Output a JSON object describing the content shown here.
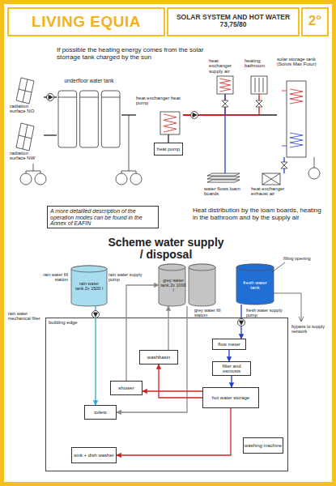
{
  "diagram": {
    "title": "LIVING EQUIA",
    "nodes": [
      {
        "text": [
          "SOLAR SYSTEM AND HOT WATER",
          "73,75/80"
        ]
      },
      {
        "text": [
          "2°"
        ]
      },
      {
        "text": [
          "radiation surface NO"
        ]
      },
      {
        "text": [
          "radiation surface NW"
        ]
      },
      {
        "text": [
          "underfloor water tank"
        ]
      },
      {
        "text": [
          "heat exchanger heat pump"
        ]
      },
      {
        "text": [
          "heat pump"
        ]
      },
      {
        "text": [
          "heat exchanger supply air"
        ]
      },
      {
        "text": [
          "heating bathroom"
        ]
      },
      {
        "text": [
          "solar storage tank (Solvis Max Futur)"
        ]
      },
      {
        "text": [
          "water flows loam boards"
        ]
      },
      {
        "text": [
          "heat exchanger exhaust air"
        ]
      },
      {
        "text": [
          "A more detailled description of the operation modes can be found in the Annex of EAFIN"
        ]
      },
      {
        "text": [
          "rain water tank 2x 1500 l"
        ]
      },
      {
        "text": [
          "grey water tank 2x 1000 l"
        ]
      },
      {
        "text": [
          "fresh water tank"
        ]
      },
      {
        "text": [
          "building edge"
        ]
      },
      {
        "text": [
          "washbasin"
        ],
        "in": 16
      },
      {
        "text": [
          "shower"
        ],
        "in": 16
      },
      {
        "text": [
          "toilets"
        ],
        "in": 16
      },
      {
        "text": [
          "filter and osmosis"
        ],
        "in": 16
      },
      {
        "text": [
          "hot water storage"
        ],
        "in": 16
      },
      {
        "text": [
          "flow meter"
        ],
        "in": 16
      },
      {
        "text": [
          "washing machine"
        ],
        "in": 16
      },
      {
        "text": [
          "sink + dish washer"
        ],
        "in": 16
      }
    ],
    "edges": [
      {
        "from": 2,
        "to": 4,
        "arrow": "none"
      },
      {
        "from": 3,
        "to": 4,
        "arrow": "none"
      },
      {
        "from": 4,
        "to": 5,
        "arrow": "none"
      },
      {
        "from": 5,
        "to": 6,
        "arrow": "none"
      },
      {
        "from": 5,
        "to": 9,
        "arrow": "none"
      },
      {
        "from": 7,
        "to": 5,
        "arrow": "none"
      },
      {
        "from": 8,
        "to": 5,
        "arrow": "none"
      },
      {
        "from": 10,
        "to": 7,
        "arrow": "none"
      },
      {
        "from": 11,
        "to": 9,
        "arrow": "none"
      },
      {
        "from": 13,
        "to": 19,
        "arrow": "to"
      },
      {
        "from": 14,
        "to": 19,
        "arrow": "to"
      },
      {
        "from": 17,
        "to": 14,
        "arrow": "to"
      },
      {
        "from": 18,
        "to": 14,
        "arrow": "to"
      },
      {
        "from": 15,
        "to": 22,
        "arrow": "to"
      },
      {
        "from": 22,
        "to": 20,
        "arrow": "to"
      },
      {
        "from": 20,
        "to": 21,
        "arrow": "to"
      },
      {
        "from": 21,
        "to": 17,
        "arrow": "to"
      },
      {
        "from": 21,
        "to": 18,
        "arrow": "to"
      },
      {
        "from": 21,
        "to": 24,
        "arrow": "to"
      }
    ],
    "labels": [
      "If possible the heating energy comes from the solar storrage tank charged by the sun",
      "Heat distribution by the loam boards, heating in the bathroom and by the supply air",
      "Scheme water supply / disposal",
      "rain water fill station",
      "rain water supply pump",
      "rain water mechanical filter",
      "grey water fill station",
      "fresh water supply pump",
      "filling opening",
      "bypass to supply network"
    ]
  }
}
